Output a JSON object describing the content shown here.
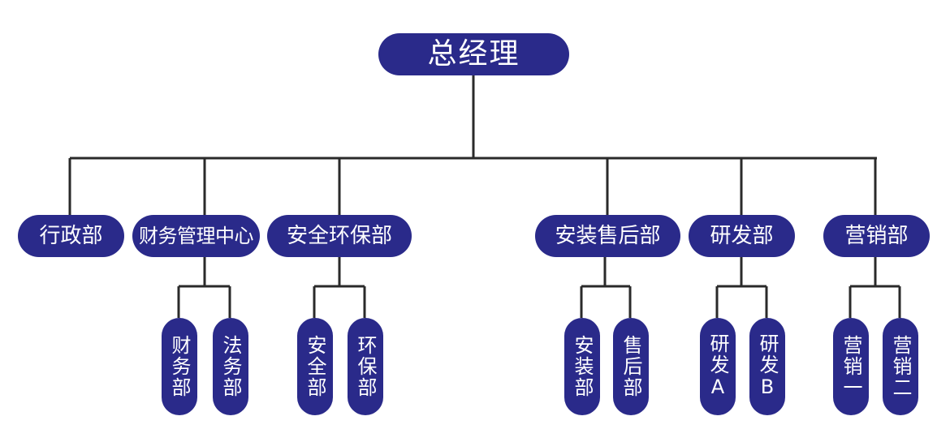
{
  "root": {
    "label": "总经理"
  },
  "departments": [
    {
      "label": "行政部"
    },
    {
      "label": "财务管理中心",
      "subs": [
        "财务部",
        "法务部"
      ]
    },
    {
      "label": "安全环保部",
      "subs": [
        "安全部",
        "环保部"
      ]
    },
    {
      "label": "安装售后部",
      "subs": [
        "安装部",
        "售后部"
      ]
    },
    {
      "label": "研发部",
      "subs": [
        "研发A",
        "研发B"
      ]
    },
    {
      "label": "营销部",
      "subs": [
        "营销一",
        "营销二"
      ]
    }
  ],
  "colors": {
    "node_fill": "#2a2a8a",
    "node_text": "#ffffff",
    "connector": "#2a2a2a"
  }
}
